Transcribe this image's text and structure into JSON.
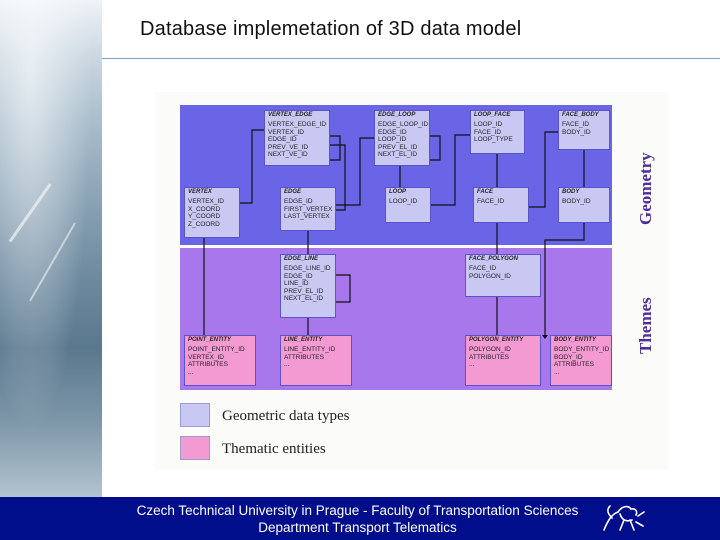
{
  "slide": {
    "title": "Database implemetation of 3D data model"
  },
  "diagram": {
    "side_labels": {
      "geometry": "Geometry",
      "themes": "Themes"
    },
    "geometry_entities": [
      {
        "name": "VERTEX_EDGE",
        "fields": [
          "VERTEX_EDGE_ID",
          "VERTEX_ID",
          "EDGE_ID",
          "PREV_VE_ID",
          "NEXT_VE_ID"
        ]
      },
      {
        "name": "EDGE_LOOP",
        "fields": [
          "EDGE_LOOP_ID",
          "EDGE_ID",
          "LOOP_ID",
          "PREV_EL_ID",
          "NEXT_EL_ID"
        ]
      },
      {
        "name": "LOOP_FACE",
        "fields": [
          "LOOP_ID",
          "FACE_ID",
          "LOOP_TYPE"
        ]
      },
      {
        "name": "FACE_BODY",
        "fields": [
          "FACE_ID",
          "BODY_ID"
        ]
      },
      {
        "name": "VERTEX",
        "fields": [
          "VERTEX_ID",
          "X_COORD",
          "Y_COORD",
          "Z_COORD"
        ]
      },
      {
        "name": "EDGE",
        "fields": [
          "EDGE_ID",
          "FIRST_VERTEX",
          "LAST_VERTEX"
        ]
      },
      {
        "name": "LOOP",
        "fields": [
          "LOOP_ID"
        ]
      },
      {
        "name": "FACE",
        "fields": [
          "FACE_ID"
        ]
      },
      {
        "name": "BODY",
        "fields": [
          "BODY_ID"
        ]
      }
    ],
    "theme_link_entities": [
      {
        "name": "EDGE_LINE",
        "fields": [
          "EDGE_LINE_ID",
          "EDGE_ID",
          "LINE_ID",
          "PREV_EL_ID",
          "NEXT_EL_ID"
        ]
      },
      {
        "name": "FACE_POLYGON",
        "fields": [
          "FACE_ID",
          "POLYGON_ID"
        ]
      }
    ],
    "thematic_entities": [
      {
        "name": "POINT_ENTITY",
        "fields": [
          "POINT_ENTITY_ID",
          "VERTEX_ID",
          "ATTRIBUTES",
          "..."
        ]
      },
      {
        "name": "LINE_ENTITY",
        "fields": [
          "LINE_ENTITY_ID",
          "ATTRIBUTES",
          "..."
        ]
      },
      {
        "name": "POLYGON_ENTITY",
        "fields": [
          "POLYGON_ID",
          "ATTRIBUTES",
          "..."
        ]
      },
      {
        "name": "BODY_ENTITY",
        "fields": [
          "BODY_ENTITY_ID",
          "BODY_ID",
          "ATTRIBUTES",
          "..."
        ]
      }
    ],
    "legend": [
      {
        "label": "Geometric data types",
        "color": "#c9c8f2"
      },
      {
        "label": "Thematic entities",
        "color": "#f49ad2"
      }
    ]
  },
  "colors": {
    "geometry_panel": "#6a64e6",
    "themes_panel": "#a877ec",
    "footer_bg": "#000e8c",
    "title_text": "#111111"
  },
  "footer": {
    "line1": "Czech Technical University in Prague - Faculty of Transportation Sciences",
    "line2": "Department Transport Telematics",
    "logo_icon": "ctu-lion-logo-icon"
  }
}
